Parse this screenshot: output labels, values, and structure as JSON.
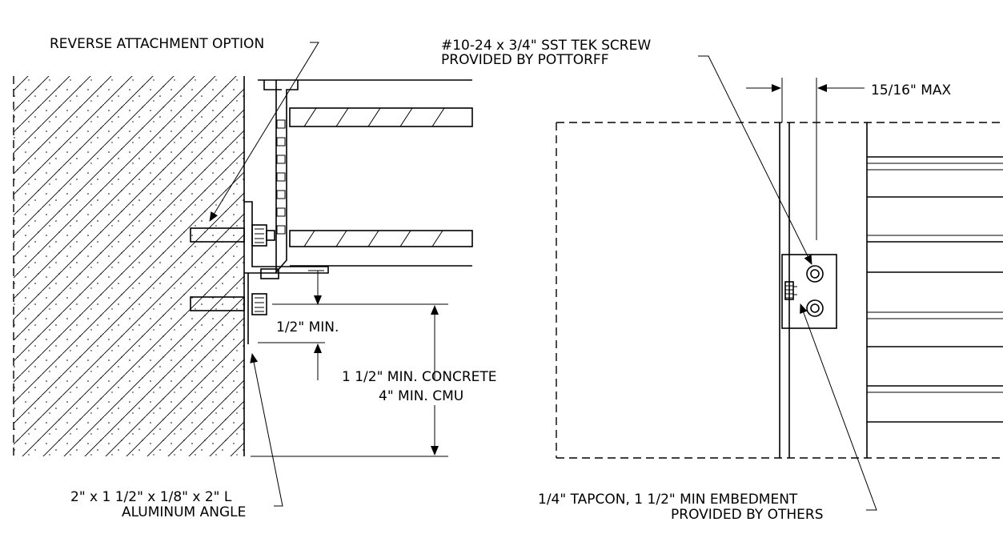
{
  "labels": {
    "reverse_attachment": "REVERSE ATTACHMENT OPTION",
    "screw_line1": "#10-24 x 3/4\" SST TEK SCREW",
    "screw_line2": "PROVIDED BY POTTORFF",
    "max_gap": "15/16\" MAX",
    "half_min": "1/2\" MIN.",
    "concrete_line1": "1 1/2\" MIN. CONCRETE",
    "concrete_line2": "4\" MIN. CMU",
    "angle_line1": "2\" x 1 1/2\" x 1/8\" x 2\" L",
    "angle_line2": "ALUMINUM ANGLE",
    "tapcon_line1": "1/4\" TAPCON, 1 1/2\" MIN EMBEDMENT",
    "tapcon_line2": "PROVIDED BY OTHERS"
  }
}
